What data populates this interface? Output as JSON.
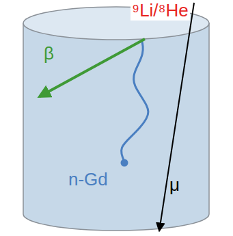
{
  "diagram": {
    "labels": [
      "⁹Li/⁸He",
      "β",
      "n-Gd",
      "μ"
    ]
  }
}
